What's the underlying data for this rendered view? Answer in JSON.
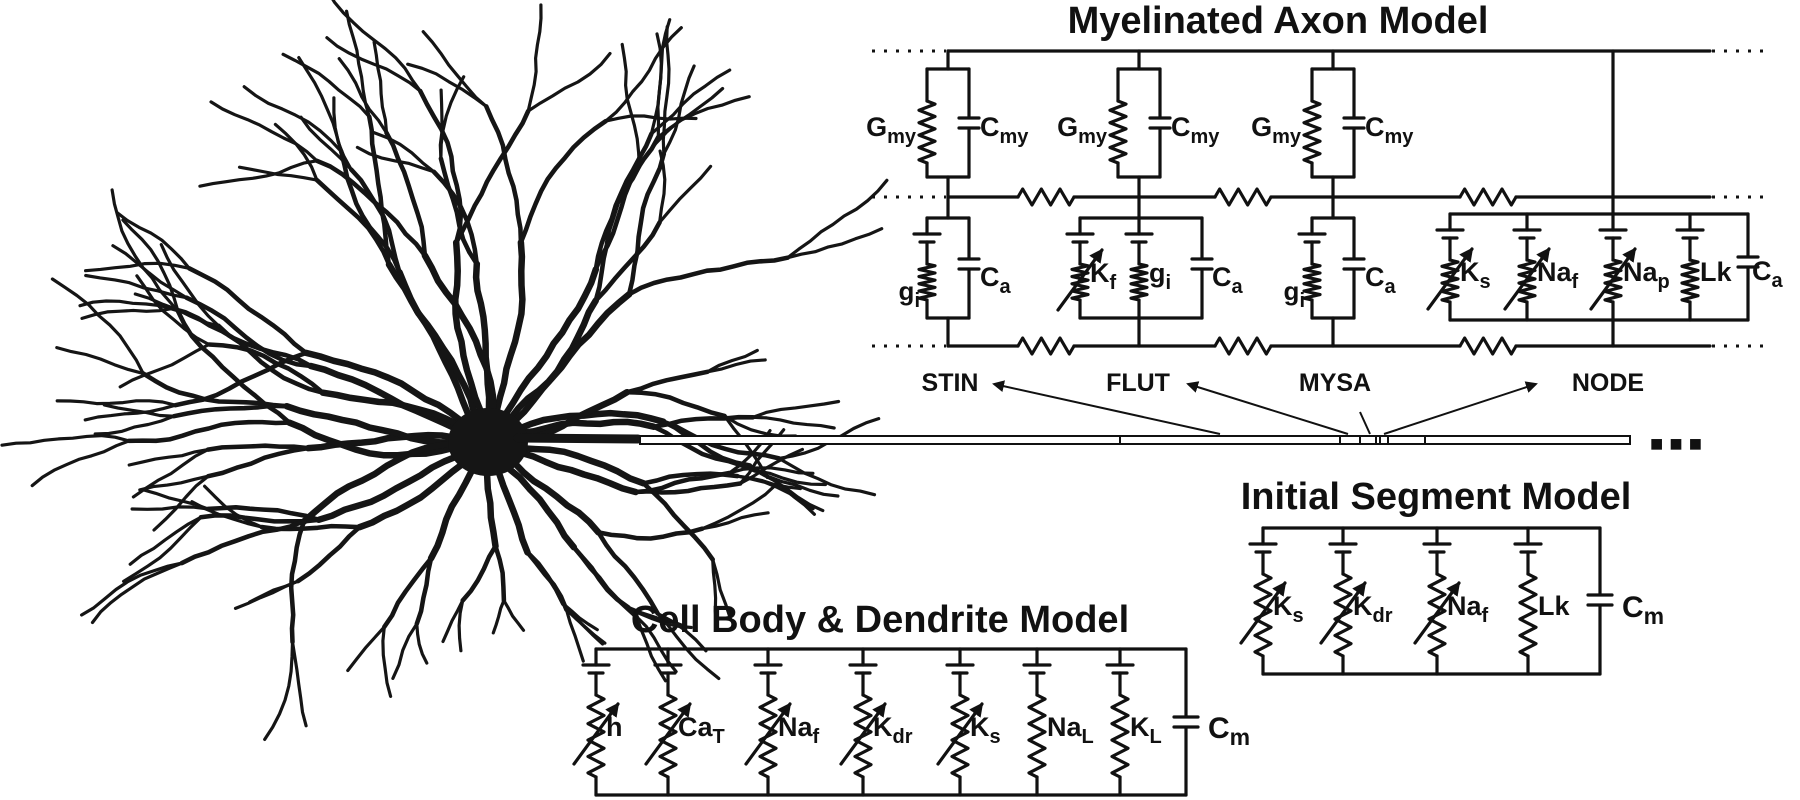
{
  "titles": {
    "myelinated": "Myelinated Axon Model",
    "initial_segment": "Initial Segment Model",
    "cell_body": "Cell Body & Dendrite Model"
  },
  "segment_labels": [
    "STIN",
    "FLUT",
    "MYSA",
    "NODE"
  ],
  "myelin": {
    "conductance": {
      "base": "G",
      "sub": "my"
    },
    "capacitance": {
      "base": "C",
      "sub": "my"
    }
  },
  "axon_channels": {
    "leak": {
      "base": "g",
      "sub": "i"
    },
    "capacitance": {
      "base": "C",
      "sub": "a"
    },
    "k_fast": {
      "base": "K",
      "sub": "f"
    },
    "k_slow": {
      "base": "K",
      "sub": "s"
    },
    "na_fast": {
      "base": "Na",
      "sub": "f"
    },
    "na_persistent": {
      "base": "Na",
      "sub": "p"
    },
    "node_leak": {
      "base": "Lk",
      "sub": ""
    }
  },
  "initial_segment_channels": [
    {
      "base": "K",
      "sub": "s"
    },
    {
      "base": "K",
      "sub": "dr"
    },
    {
      "base": "Na",
      "sub": "f"
    },
    {
      "base": "Lk",
      "sub": ""
    }
  ],
  "initial_segment_capacitance": {
    "base": "C",
    "sub": "m"
  },
  "cell_body_channels": [
    {
      "base": "h",
      "sub": ""
    },
    {
      "base": "Ca",
      "sub": "T"
    },
    {
      "base": "Na",
      "sub": "f"
    },
    {
      "base": "K",
      "sub": "dr"
    },
    {
      "base": "K",
      "sub": "s"
    },
    {
      "base": "Na",
      "sub": "L"
    },
    {
      "base": "K",
      "sub": "L"
    }
  ],
  "cell_body_capacitance": {
    "base": "C",
    "sub": "m"
  },
  "continuation_mark": "■ ■ ■",
  "colors": {
    "ink": "#111111",
    "neuron": "#151515",
    "background": "#ffffff"
  }
}
